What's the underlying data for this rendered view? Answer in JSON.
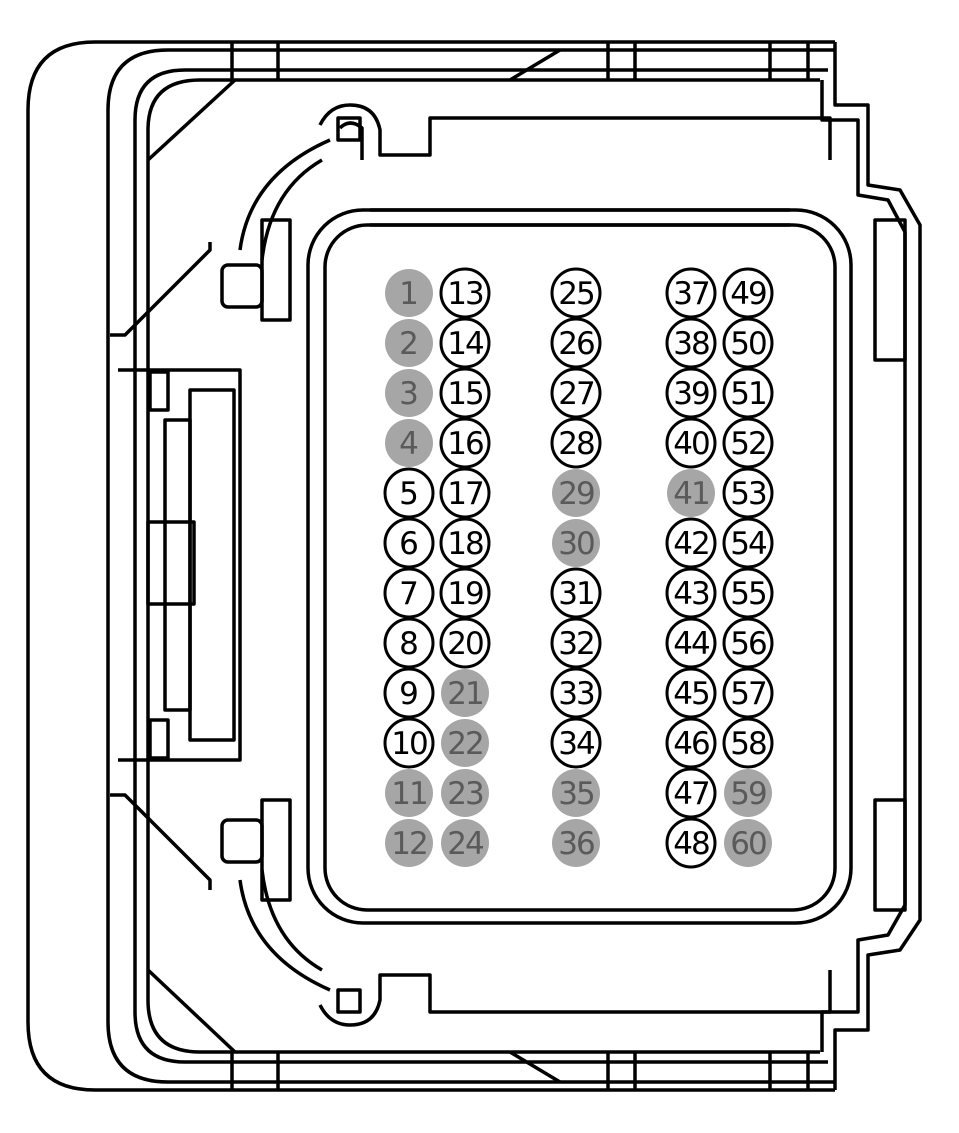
{
  "connector": {
    "colors": {
      "outline": "#000000",
      "used_pin_fill": "#ffffff",
      "used_pin_text": "#000000",
      "unused_pin_fill": "#a6a6a6",
      "unused_pin_text": "#5a5a5a"
    },
    "pin_columns": [
      {
        "pins": [
          {
            "label": "1",
            "state": "unused"
          },
          {
            "label": "2",
            "state": "unused"
          },
          {
            "label": "3",
            "state": "unused"
          },
          {
            "label": "4",
            "state": "unused"
          },
          {
            "label": "5",
            "state": "used"
          },
          {
            "label": "6",
            "state": "used"
          },
          {
            "label": "7",
            "state": "used"
          },
          {
            "label": "8",
            "state": "used"
          },
          {
            "label": "9",
            "state": "used"
          },
          {
            "label": "10",
            "state": "used"
          },
          {
            "label": "11",
            "state": "unused"
          },
          {
            "label": "12",
            "state": "unused"
          }
        ]
      },
      {
        "pins": [
          {
            "label": "13",
            "state": "used"
          },
          {
            "label": "14",
            "state": "used"
          },
          {
            "label": "15",
            "state": "used"
          },
          {
            "label": "16",
            "state": "used"
          },
          {
            "label": "17",
            "state": "used"
          },
          {
            "label": "18",
            "state": "used"
          },
          {
            "label": "19",
            "state": "used"
          },
          {
            "label": "20",
            "state": "used"
          },
          {
            "label": "21",
            "state": "unused"
          },
          {
            "label": "22",
            "state": "unused"
          },
          {
            "label": "23",
            "state": "unused"
          },
          {
            "label": "24",
            "state": "unused"
          }
        ]
      },
      {
        "pins": [
          {
            "label": "25",
            "state": "used"
          },
          {
            "label": "26",
            "state": "used"
          },
          {
            "label": "27",
            "state": "used"
          },
          {
            "label": "28",
            "state": "used"
          },
          {
            "label": "29",
            "state": "unused"
          },
          {
            "label": "30",
            "state": "unused"
          },
          {
            "label": "31",
            "state": "used"
          },
          {
            "label": "32",
            "state": "used"
          },
          {
            "label": "33",
            "state": "used"
          },
          {
            "label": "34",
            "state": "used"
          },
          {
            "label": "35",
            "state": "unused"
          },
          {
            "label": "36",
            "state": "unused"
          }
        ]
      },
      {
        "pins": [
          {
            "label": "37",
            "state": "used"
          },
          {
            "label": "38",
            "state": "used"
          },
          {
            "label": "39",
            "state": "used"
          },
          {
            "label": "40",
            "state": "used"
          },
          {
            "label": "41",
            "state": "unused"
          },
          {
            "label": "42",
            "state": "used"
          },
          {
            "label": "43",
            "state": "used"
          },
          {
            "label": "44",
            "state": "used"
          },
          {
            "label": "45",
            "state": "used"
          },
          {
            "label": "46",
            "state": "used"
          },
          {
            "label": "47",
            "state": "used"
          },
          {
            "label": "48",
            "state": "used"
          }
        ]
      },
      {
        "pins": [
          {
            "label": "49",
            "state": "used"
          },
          {
            "label": "50",
            "state": "used"
          },
          {
            "label": "51",
            "state": "used"
          },
          {
            "label": "52",
            "state": "used"
          },
          {
            "label": "53",
            "state": "used"
          },
          {
            "label": "54",
            "state": "used"
          },
          {
            "label": "55",
            "state": "used"
          },
          {
            "label": "56",
            "state": "used"
          },
          {
            "label": "57",
            "state": "used"
          },
          {
            "label": "58",
            "state": "used"
          },
          {
            "label": "59",
            "state": "unused"
          },
          {
            "label": "60",
            "state": "unused"
          }
        ]
      }
    ]
  }
}
